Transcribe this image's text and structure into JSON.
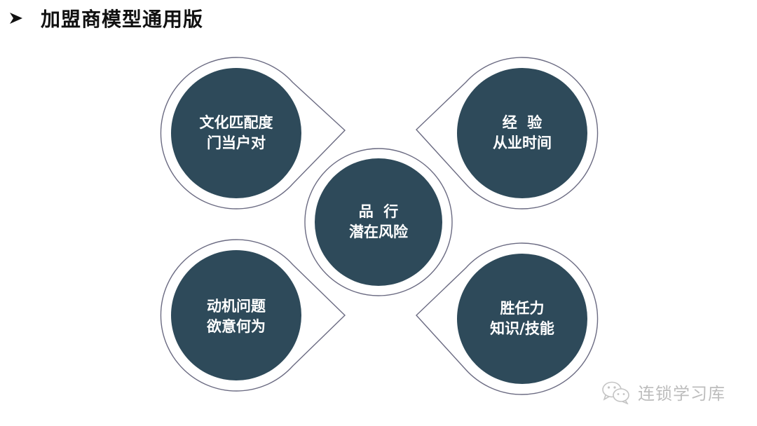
{
  "header": {
    "bullet_icon": "arrowhead-bullet-icon",
    "title": "加盟商模型通用版"
  },
  "colors": {
    "node_fill": "#2e4a5a",
    "node_outline": "#6b6b82",
    "label_text": "#ffffff",
    "title_text": "#111111",
    "watermark_text": "#bdbdbd"
  },
  "nodes": [
    {
      "id": "culture",
      "position": "top-left",
      "line1": "文化匹配度",
      "line2": "门当户对"
    },
    {
      "id": "experience",
      "position": "top-right",
      "line1": "经  验",
      "line2": "从业时间"
    },
    {
      "id": "character",
      "position": "center",
      "line1": "品  行",
      "line2": "潜在风险"
    },
    {
      "id": "motivation",
      "position": "bottom-left",
      "line1": "动机问题",
      "line2": "欲意何为"
    },
    {
      "id": "competence",
      "position": "bottom-right",
      "line1": "胜任力",
      "line2": "知识/技能"
    }
  ],
  "watermark": {
    "icon": "wechat-icon",
    "text": "连锁学习库"
  }
}
